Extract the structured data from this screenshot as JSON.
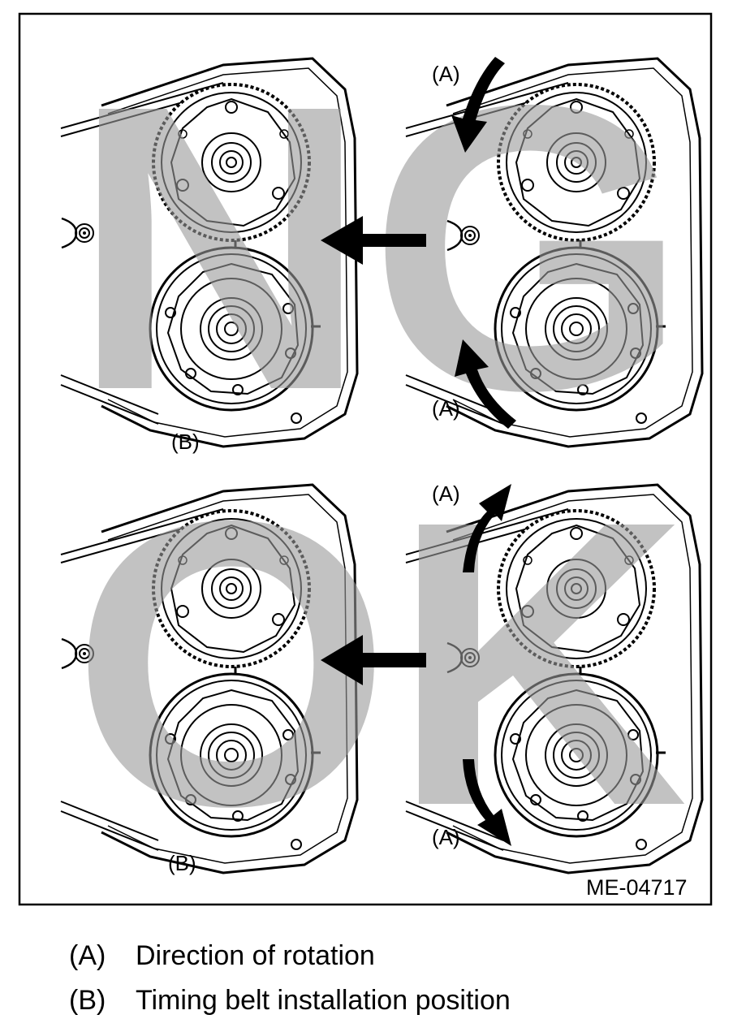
{
  "figure": {
    "watermark_top": "NG",
    "watermark_bottom": "OK",
    "label_a": "(A)",
    "label_b": "(B)",
    "code": "ME-04717"
  },
  "legend": [
    {
      "key": "(A)",
      "text": "Direction of rotation"
    },
    {
      "key": "(B)",
      "text": "Timing belt installation position"
    }
  ]
}
